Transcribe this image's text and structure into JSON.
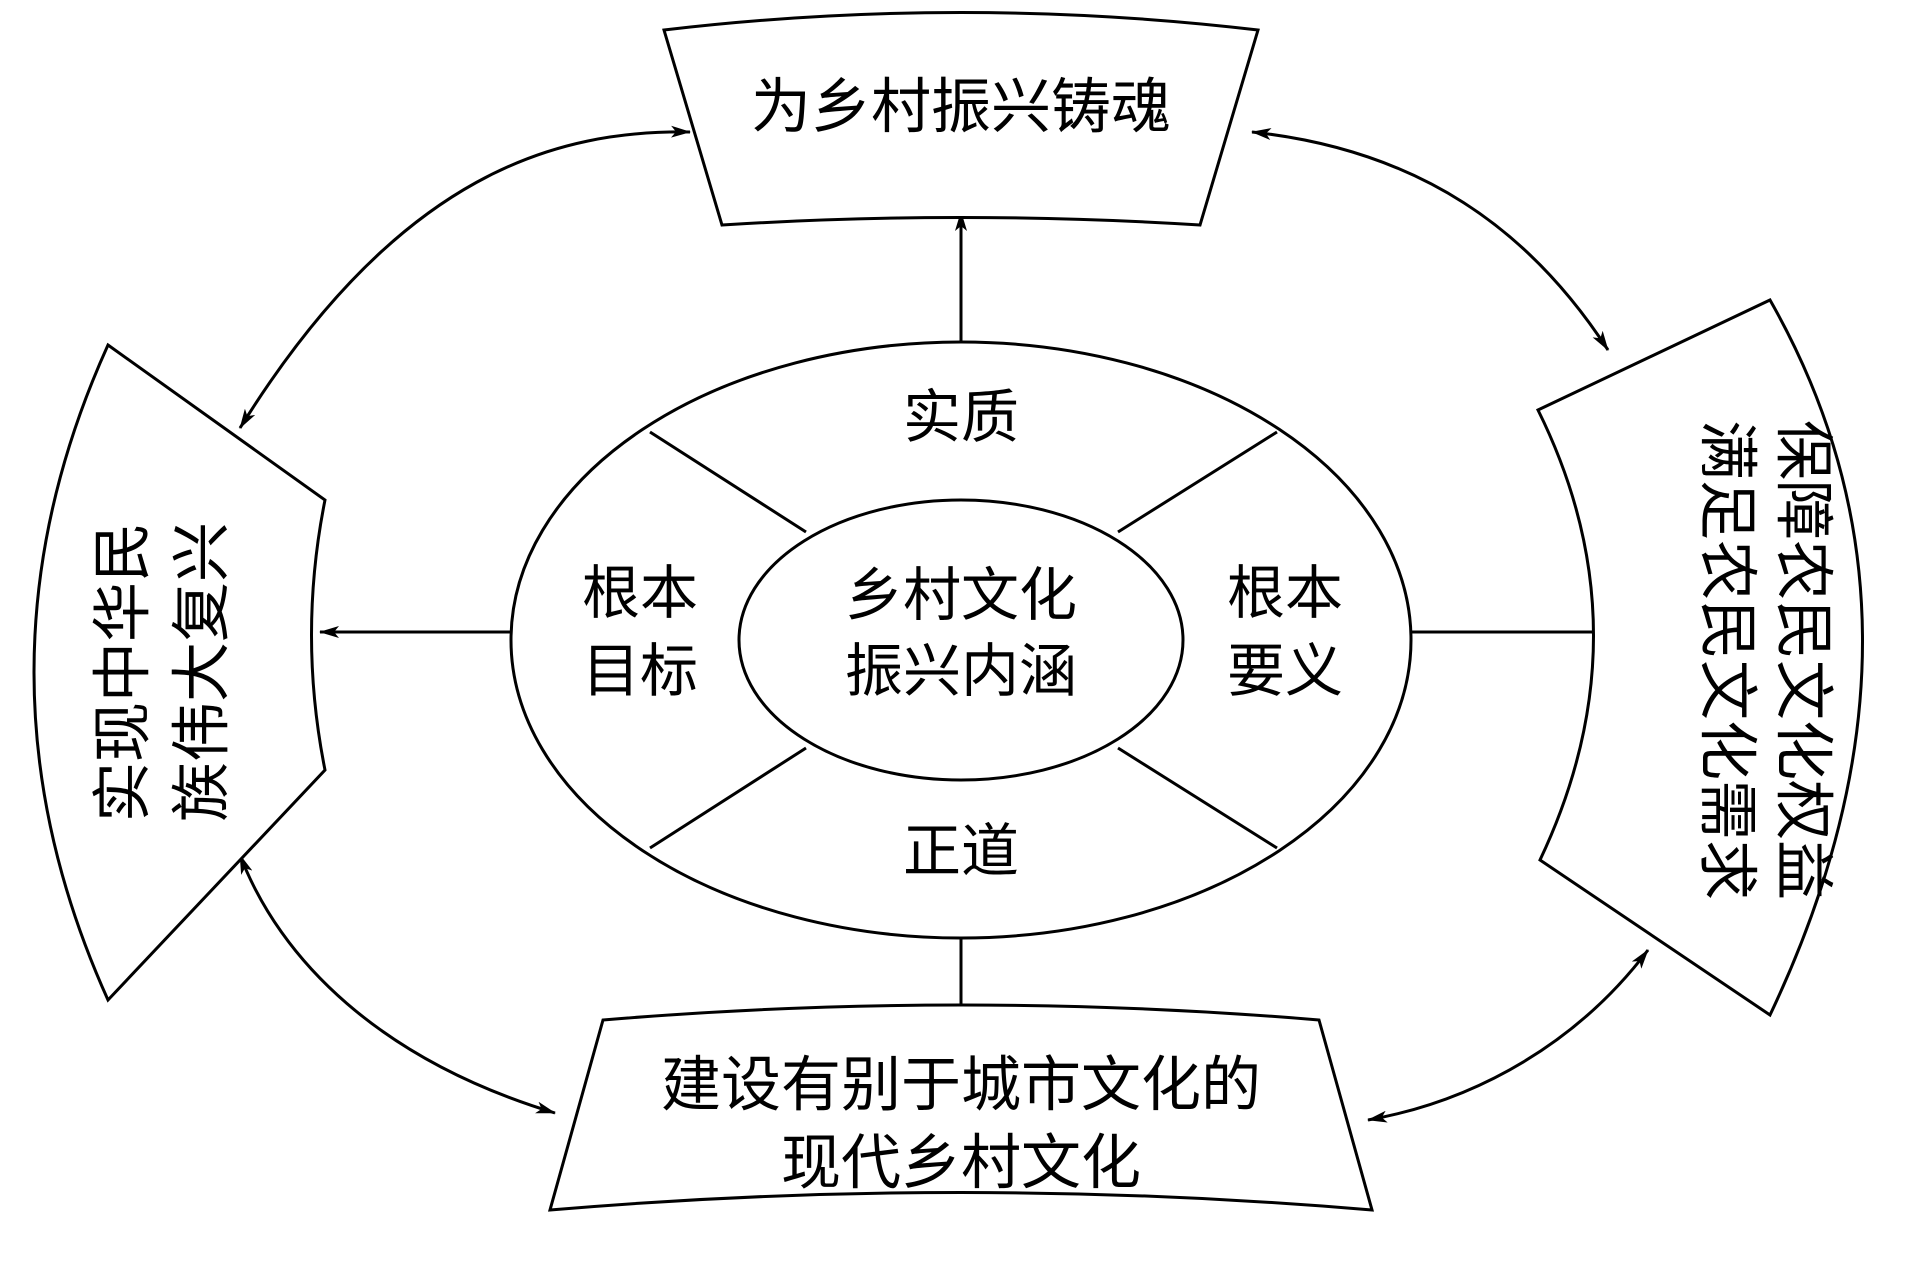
{
  "center": {
    "line1": "乡村文化",
    "line2": "振兴内涵"
  },
  "ring": {
    "top": "实质",
    "bottom": "正道",
    "left_line1": "根本",
    "left_line2": "目标",
    "right_line1": "根本",
    "right_line2": "要义"
  },
  "outer": {
    "top": "为乡村振兴铸魂",
    "left_col1": "实现中华民",
    "left_col2": "族伟大复兴",
    "right_col1": "保障农民文化权益",
    "right_col2": "满足农民文化需求",
    "bottom_line1": "建设有别于城市文化的",
    "bottom_line2": "现代乡村文化"
  },
  "colors": {
    "stroke": "#000000",
    "fill": "#ffffff",
    "text": "#000000"
  }
}
